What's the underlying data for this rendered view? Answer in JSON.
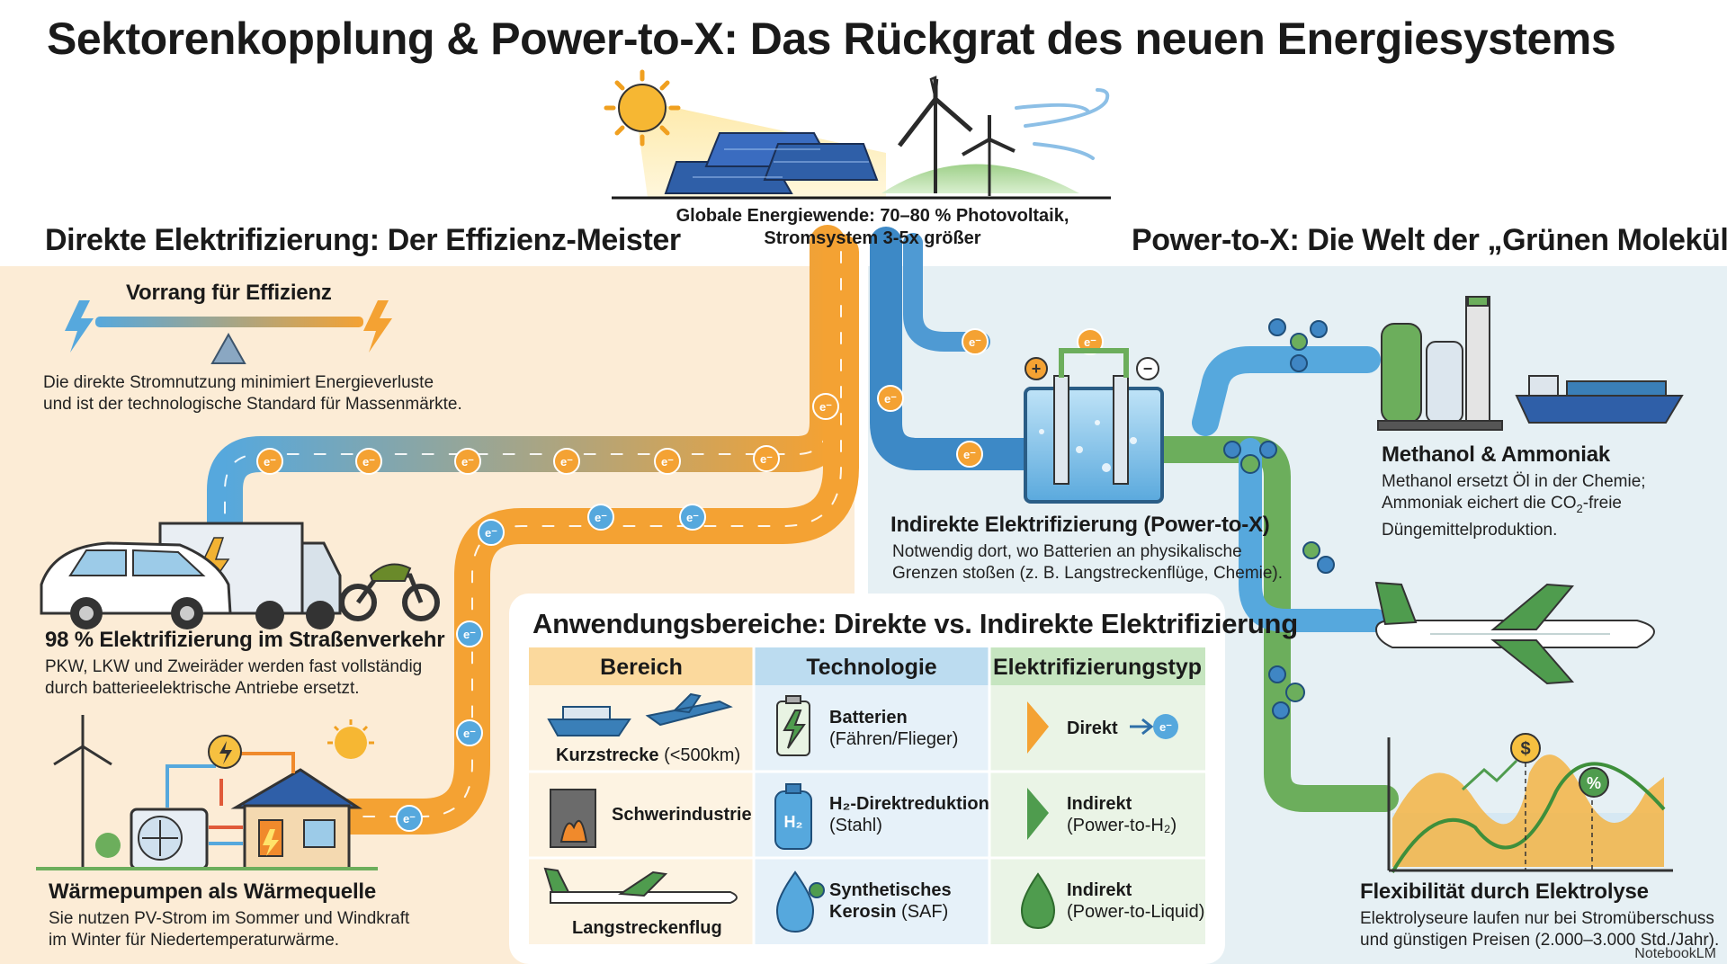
{
  "title": "Sektorenkopplung & Power-to-X: Das Rückgrat des neuen Energiesystems",
  "banner": {
    "line1": "Globale Energiewende: 70–80 % Photovoltaik,",
    "line2": "Stromsystem 3-5x größer"
  },
  "left": {
    "heading": "Direkte Elektrifizierung: Der Effizienz-Meister",
    "priority_label": "Vorrang für Effizienz",
    "priority_text1": "Die direkte Stromnutzung minimiert Energieverluste",
    "priority_text2": "und ist der technologische Standard für Massenmärkte.",
    "road_heading": "98 % Elektrifizierung im Straßenverkehr",
    "road_text1": "PKW, LKW und Zweiräder werden fast vollständig",
    "road_text2": "durch batterieelektrische Antriebe ersetzt.",
    "heat_heading": "Wärmepumpen als Wärmequelle",
    "heat_text1": "Sie nutzen PV-Strom im Sommer und Windkraft",
    "heat_text2": "im Winter für Niedertemperaturwärme."
  },
  "right": {
    "heading": "Power-to-X: Die Welt der „Grünen Moleküle“",
    "ptx_heading": "Indirekte Elektrifizierung (Power-to-X)",
    "ptx_text1": "Notwendig dort, wo Batterien an physikalische",
    "ptx_text2": "Grenzen stoßen (z. B. Langstreckenflüge, Chemie).",
    "meth_heading": "Methanol & Ammoniak",
    "meth_text1": "Methanol ersetzt Öl in der Chemie;",
    "meth_text2a": "Ammoniak eichert die CO",
    "meth_text2_sub": "2",
    "meth_text2b": "-freie",
    "meth_text3": "Düngemittelproduktion.",
    "flex_heading": "Flexibilität durch Elektrolyse",
    "flex_text1": "Elektrolyseure laufen nur bei Stromüberschuss",
    "flex_text2": "und günstigen Preisen (2.000–3.000 Std./Jahr)."
  },
  "table": {
    "title": "Anwendungsbereiche: Direkte vs. Indirekte Elektrifizierung",
    "headers": [
      "Bereich",
      "Technologie",
      "Elektrifizierungstyp"
    ],
    "rows": [
      {
        "bereich": "Kurzstrecke",
        "bereich_sub": "(<500km)",
        "tech_bold": "Batterien",
        "tech_sub": "(Fähren/Flieger)",
        "typ_bold": "Direkt",
        "typ_sub": ""
      },
      {
        "bereich": "Schwerindustrie",
        "bereich_sub": "",
        "tech_bold": "H₂-Direktreduktion",
        "tech_sub": "(Stahl)",
        "typ_bold": "Indirekt",
        "typ_sub": "(Power-to-H₂)"
      },
      {
        "bereich": "Langstreckenflug",
        "bereich_sub": "",
        "tech_bold": "Synthetisches",
        "tech_bold2": "Kerosin",
        "tech_sub": "(SAF)",
        "typ_bold": "Indirekt",
        "typ_sub": "(Power-to-Liquid)"
      }
    ]
  },
  "glyphs": {
    "electron": "e⁻",
    "plus": "+",
    "minus": "−",
    "dollar": "$",
    "percent": "%",
    "h2": "H₂"
  },
  "logo": "NotebookLM",
  "colors": {
    "orange_path": "#f4a233",
    "blue_path": "#56a8dd",
    "green_pipe": "#6cae5c",
    "left_bg": "#fcecd6",
    "right_bg": "#e6f0f4"
  }
}
